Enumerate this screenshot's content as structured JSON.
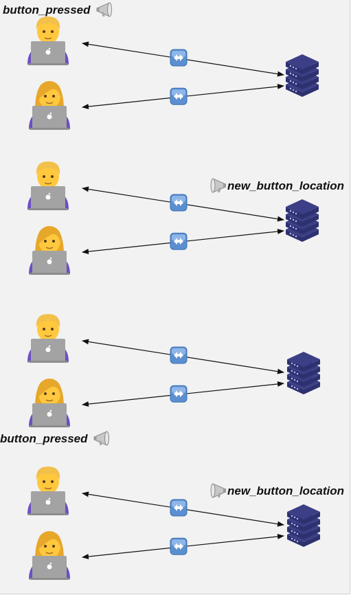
{
  "labels": {
    "button_pressed": "button_pressed",
    "new_button_location": "new_button_location"
  },
  "icons": {
    "user": "person-with-laptop-icon",
    "server": "server-stack-icon",
    "exchange": "bidirectional-exchange-icon",
    "announce": "megaphone-icon"
  },
  "colors": {
    "background": "#f2f2f2",
    "server": "#3c3f85",
    "exchange": "#5b8fd1",
    "arrow": "#111111",
    "shirt": "#6b4fc5",
    "laptop": "#a3a3a3"
  },
  "scenes": [
    {
      "users": [
        "man",
        "woman"
      ],
      "announcement": "button_pressed",
      "announcement_side": "left"
    },
    {
      "users": [
        "man",
        "woman"
      ],
      "announcement": "new_button_location",
      "announcement_side": "right"
    },
    {
      "users": [
        "man",
        "woman"
      ],
      "announcement": "button_pressed",
      "announcement_side": "left"
    },
    {
      "users": [
        "man",
        "woman"
      ],
      "announcement": "new_button_location",
      "announcement_side": "right"
    }
  ]
}
